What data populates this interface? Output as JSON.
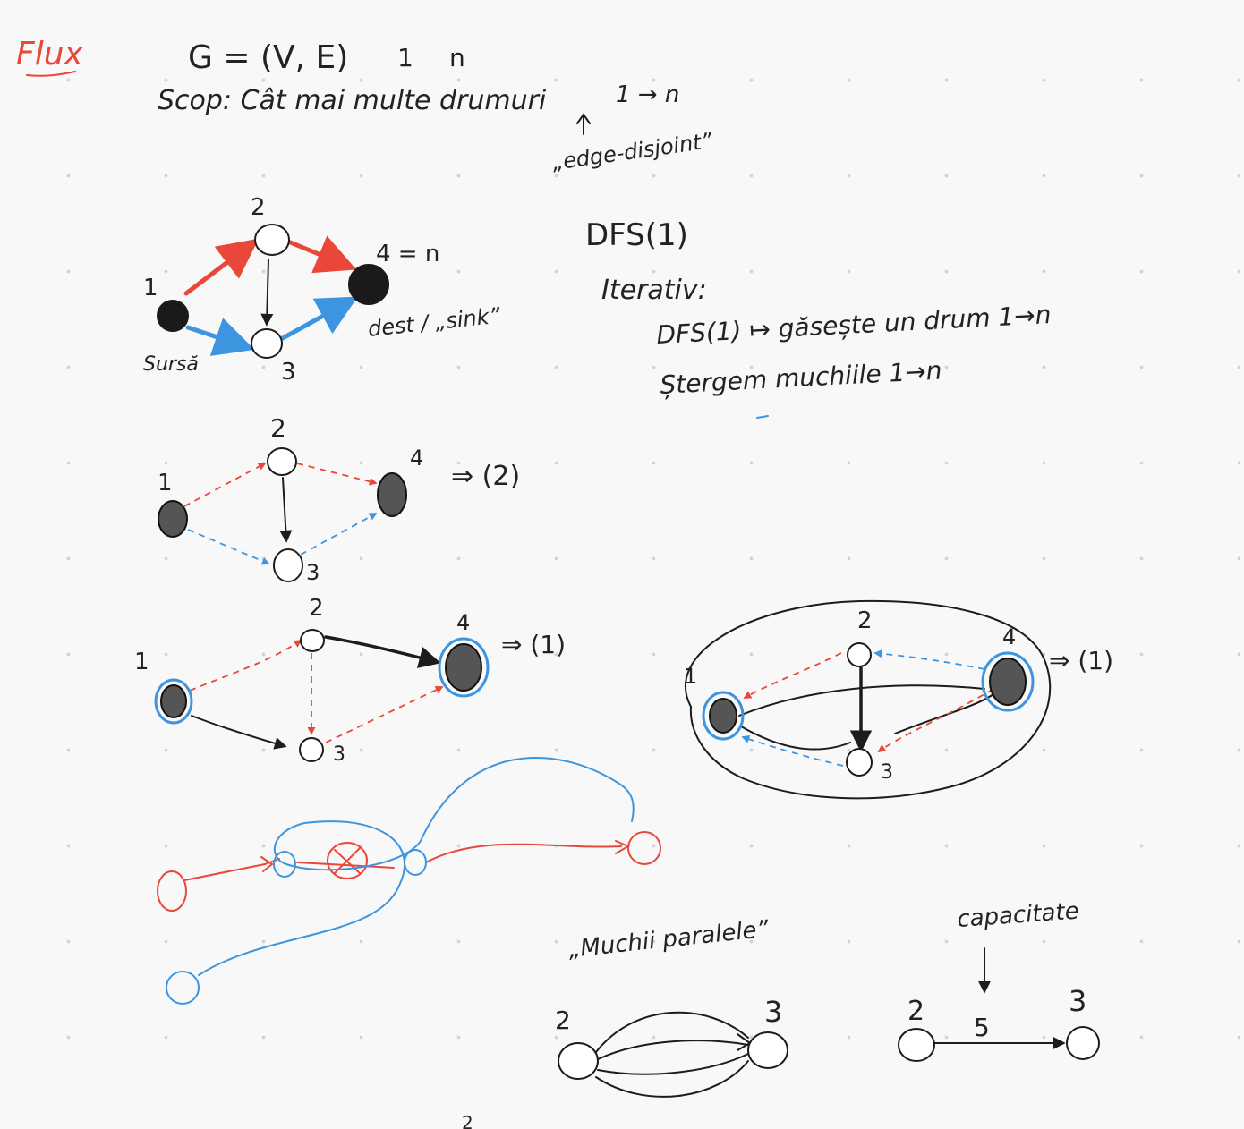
{
  "header": {
    "title": "Flux",
    "graph_def": "G = (V, E)",
    "node_first": "1",
    "node_last": "n",
    "goal": "Scop:  Cât mai multe drumuri",
    "goal_route": "1 → n",
    "edge_disjoint": "„edge-disjoint”"
  },
  "graph1": {
    "node1": "1",
    "node2": "2",
    "node3": "3",
    "node4": "4 = n",
    "source_label": "Sursă",
    "sink_label": "dest / „sink”"
  },
  "algo": {
    "dfs": "DFS(1)",
    "iterative": "Iterativ:",
    "step1": "DFS(1)  ↦  găsește un drum 1→n",
    "step2": "Ștergem muchiile 1→n"
  },
  "graph2": {
    "node1": "1",
    "node2": "2",
    "node3": "3",
    "node4": "4",
    "result": "⇒ (2)"
  },
  "graph3": {
    "node1": "1",
    "node2": "2",
    "node3": "3",
    "node4": "4",
    "result": "⇒ (1)"
  },
  "graph4": {
    "node1": "1",
    "node2": "2",
    "node3": "3",
    "node4": "4",
    "result": "⇒ (1)"
  },
  "parallel": {
    "title": "„Muchii paralele”",
    "node_a": "2",
    "node_b": "3"
  },
  "capacity": {
    "title": "capacitate",
    "node_a": "2",
    "node_b": "3",
    "value": "5"
  },
  "footer_mark": "2",
  "colors": {
    "red": "#e8473a",
    "blue": "#3e95df",
    "ink": "#1c1c1c",
    "paper": "#f8f8f8"
  }
}
